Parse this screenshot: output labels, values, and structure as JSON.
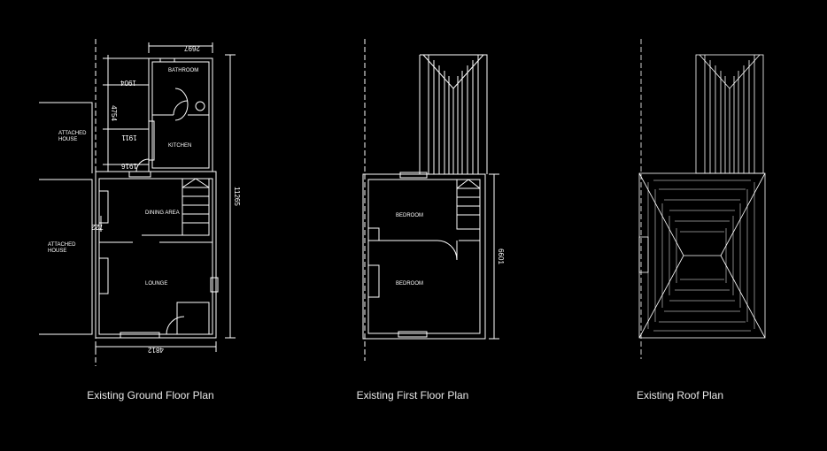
{
  "captions": {
    "ground": "Existing Ground Floor Plan",
    "first": "Existing First Floor Plan",
    "roof": "Existing Roof Plan"
  },
  "ground_floor": {
    "rooms": {
      "bathroom": "BATHROOM",
      "kitchen": "KITCHEN",
      "dining": "DINING AREA",
      "lounge": "LOUNGE"
    },
    "neighbours": {
      "upper_line1": "ATTACHED",
      "upper_line2": "HOUSE",
      "lower_line1": "ATTACHED",
      "lower_line2": "HOUSE"
    },
    "dimensions": {
      "top_width": "2697",
      "bottom_width": "4812",
      "overall_depth": "11265",
      "d1904": "1904",
      "d4754": "4754",
      "d1911": "1911",
      "d1916": "1916",
      "d722": "722"
    }
  },
  "first_floor": {
    "rooms": {
      "bedroom_upper": "BEDROOM",
      "bedroom_lower": "BEDROOM"
    },
    "dimensions": {
      "depth": "6601"
    }
  },
  "colors": {
    "background": "#000000",
    "lines": "#ffffff",
    "caption": "#e8e8e8"
  }
}
